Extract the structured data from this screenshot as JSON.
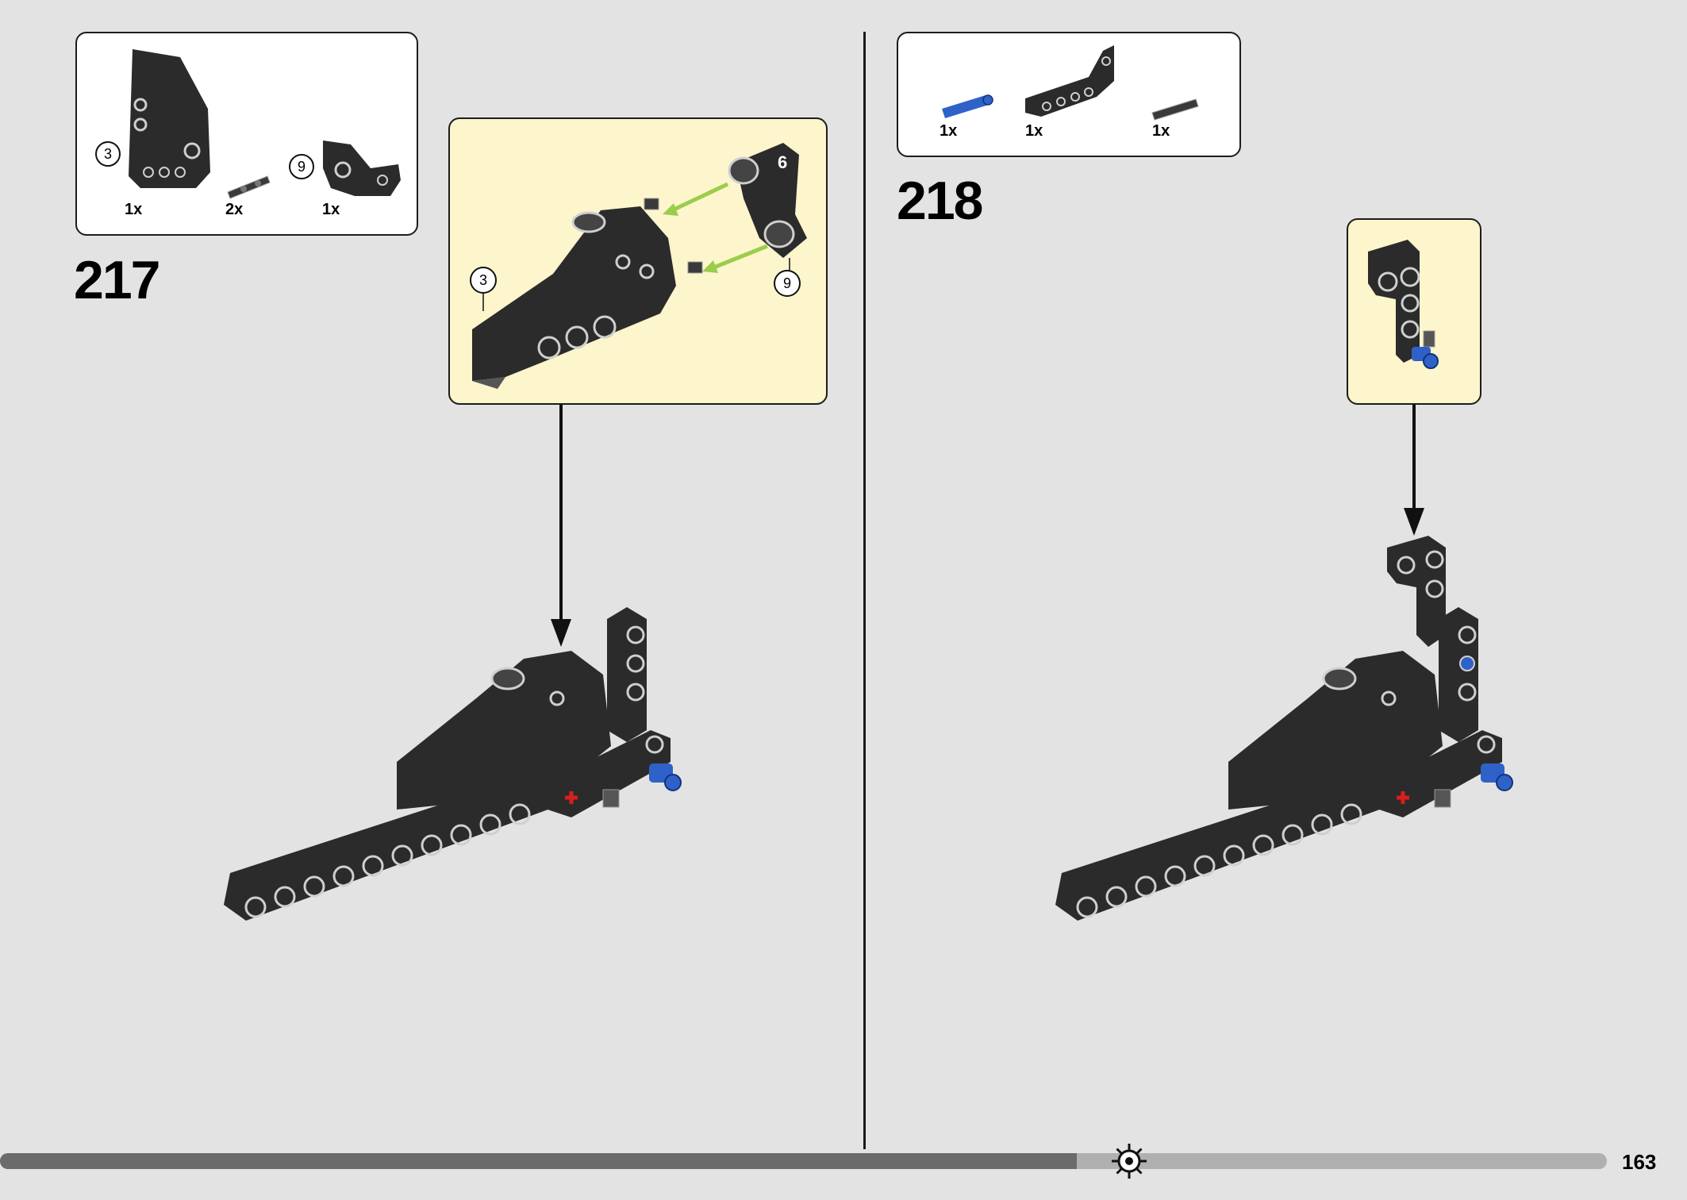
{
  "steps": [
    {
      "number": "217",
      "parts": [
        {
          "qty": "1x",
          "name": "black-panel-piece",
          "callout": "3"
        },
        {
          "qty": "2x",
          "name": "black-axle-pin"
        },
        {
          "qty": "1x",
          "name": "black-angled-connector",
          "callout": "9"
        }
      ],
      "subassembly_callouts": [
        "3",
        "9"
      ],
      "panel_label": "6"
    },
    {
      "number": "218",
      "parts": [
        {
          "qty": "1x",
          "name": "blue-pin"
        },
        {
          "qty": "1x",
          "name": "black-bent-beam"
        },
        {
          "qty": "1x",
          "name": "black-axle-pin"
        }
      ]
    }
  ],
  "page": {
    "number": "163",
    "progress": 0.67,
    "progress_icon": "gear-icon"
  },
  "colors": {
    "background": "#e3e3e3",
    "subassembly_bg": "#fdf5cc",
    "brick_black": "#2b2b2b",
    "pin_blue": "#2f62c8",
    "arrow_green": "#9acd4c",
    "axle_red": "#d81e1e"
  }
}
